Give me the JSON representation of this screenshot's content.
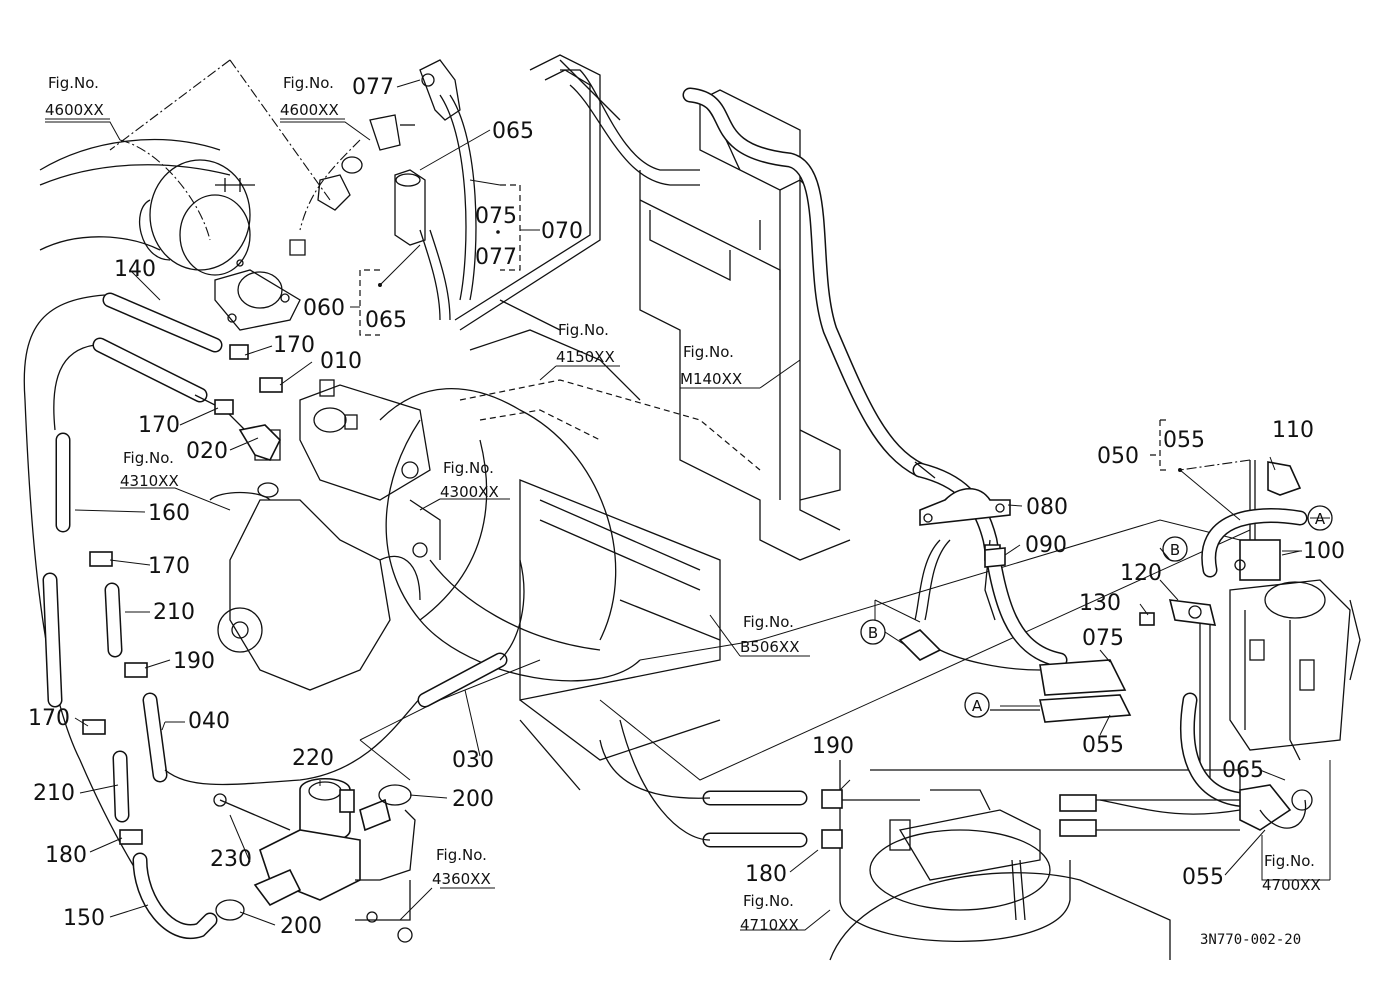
{
  "fig_refs": {
    "f4600_a": {
      "title": "Fig.No.",
      "code": "4600XX"
    },
    "f4600_b": {
      "title": "Fig.No.",
      "code": "4600XX"
    },
    "f4150": {
      "title": "Fig.No.",
      "code": "4150XX"
    },
    "fm140": {
      "title": "Fig.No.",
      "code": "M140XX"
    },
    "f4310": {
      "title": "Fig.No.",
      "code": "4310XX"
    },
    "f4300": {
      "title": "Fig.No.",
      "code": "4300XX"
    },
    "fb506": {
      "title": "Fig.No.",
      "code": "B506XX"
    },
    "f4360": {
      "title": "Fig.No.",
      "code": "4360XX"
    },
    "f4710": {
      "title": "Fig.No.",
      "code": "4710XX"
    },
    "f4700": {
      "title": "Fig.No.",
      "code": "4700XX"
    }
  },
  "parts": {
    "p077a": "077",
    "p065a": "065",
    "p075a": "075",
    "p077b": "077",
    "p070": "070",
    "p060": "060",
    "p065b": "065",
    "p140": "140",
    "p170a": "170",
    "p010": "010",
    "p170b": "170",
    "p020": "020",
    "p160": "160",
    "p170c": "170",
    "p210a": "210",
    "p190a": "190",
    "p040": "040",
    "p170d": "170",
    "p210b": "210",
    "p180a": "180",
    "p150": "150",
    "p220": "220",
    "p230": "230",
    "p200a": "200",
    "p200b": "200",
    "p030": "030",
    "p080": "080",
    "p090": "090",
    "p050": "050",
    "p055a": "055",
    "p110": "110",
    "p100": "100",
    "p120": "120",
    "p130": "130",
    "p075b": "075",
    "p055b": "055",
    "p190b": "190",
    "p180b": "180",
    "p065c": "065",
    "p055c": "055"
  },
  "callouts": {
    "a1": "A",
    "a2": "A",
    "b1": "B",
    "b2": "B"
  },
  "drawing_code": "3N770-002-20"
}
